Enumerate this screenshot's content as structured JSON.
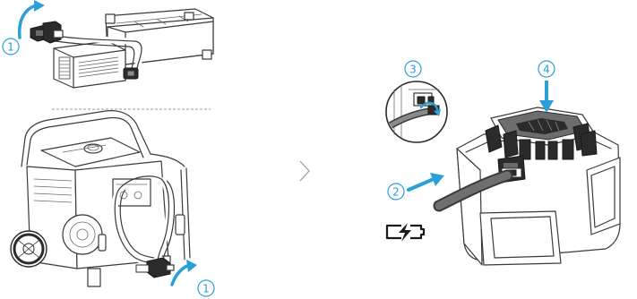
{
  "step_markers": {
    "top_left": "1",
    "bottom_left": "1",
    "right_plug": "2",
    "right_inset": "3",
    "right_lock": "4"
  },
  "icons": {
    "divider_chevron": "chevron-right-icon",
    "charging": "charging-battery-icon"
  },
  "colors": {
    "accent": "#2A9FD8",
    "line": "#3a3a3a",
    "divider": "#9a9a9a"
  }
}
